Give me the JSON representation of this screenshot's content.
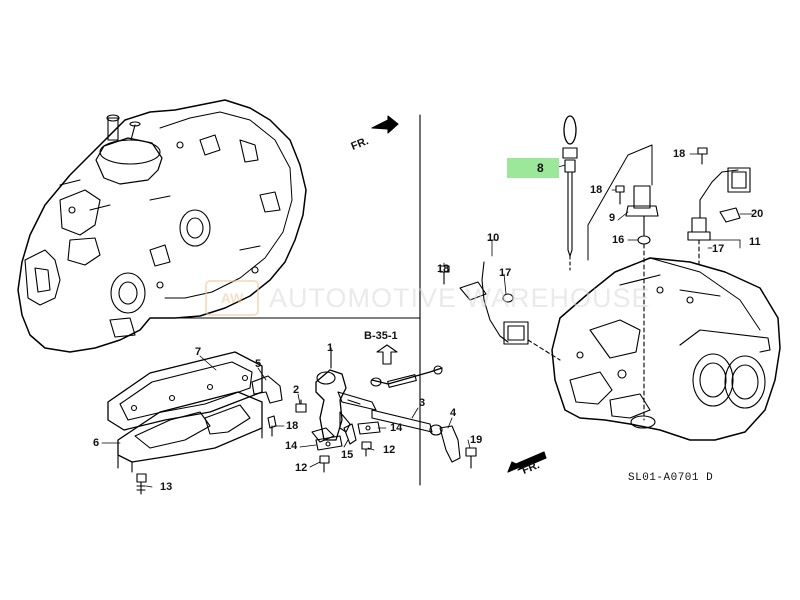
{
  "watermark": {
    "logo": "AW",
    "text": "AUTOMOTIVE WAREHOUSE"
  },
  "arrows": {
    "front_top": "FR.",
    "front_bottom": "FR."
  },
  "reference": "B-35-1",
  "diagram_code": "SL01-A0701 D",
  "highlight_color": "#9be89a",
  "callouts": {
    "c1": "1",
    "c2": "2",
    "c3": "3",
    "c4": "4",
    "c5": "5",
    "c6": "6",
    "c7": "7",
    "c8": "8",
    "c9": "9",
    "c10": "10",
    "c11": "11",
    "c12a": "12",
    "c12b": "12",
    "c13": "13",
    "c14a": "14",
    "c14b": "14",
    "c15": "15",
    "c16": "16",
    "c17a": "17",
    "c17b": "17",
    "c18a": "18",
    "c18b": "18",
    "c18c": "18",
    "c18d": "18",
    "c19": "19",
    "c20": "20"
  }
}
